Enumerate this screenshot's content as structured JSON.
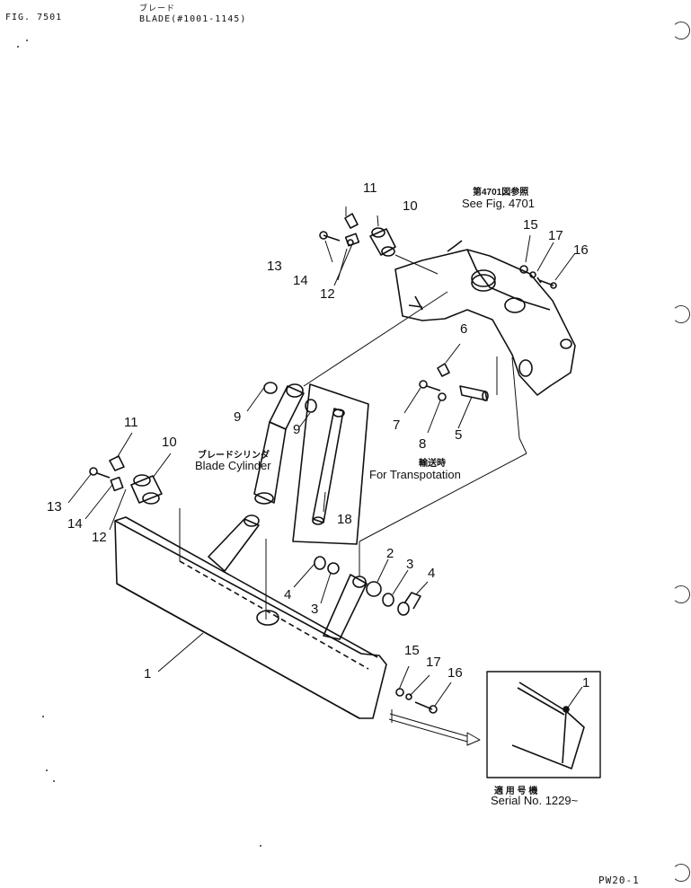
{
  "header": {
    "fig": "FIG. 7501",
    "title_jp": "ブレード",
    "title": "BLADE(#1001-1145)",
    "footer": "PW20-1"
  },
  "captions": {
    "see_fig_jp": "第4701図参照",
    "see_fig": "See Fig. 4701",
    "cylinder_jp": "ブレードシリンダ",
    "cylinder": "Blade Cylinder",
    "transport_jp": "輸送時",
    "transport": "For Transpotation",
    "serial_jp": "適 用 号 機",
    "serial": "Serial No. 1229~"
  },
  "labels": {
    "l11a": "11",
    "l10a": "10",
    "l13a": "13",
    "l14a": "14",
    "l12a": "12",
    "l15a": "15",
    "l17a": "17",
    "l16a": "16",
    "l6": "6",
    "l7": "7",
    "l8": "8",
    "l5": "5",
    "l9a": "9",
    "l9b": "9",
    "l18": "18",
    "l11b": "11",
    "l10b": "10",
    "l13b": "13",
    "l14b": "14",
    "l12b": "12",
    "l2": "2",
    "l3a": "3",
    "l4a": "4",
    "l4b": "4",
    "l3b": "3",
    "l1a": "1",
    "l15b": "15",
    "l17b": "17",
    "l16b": "16",
    "l1b": "1"
  }
}
